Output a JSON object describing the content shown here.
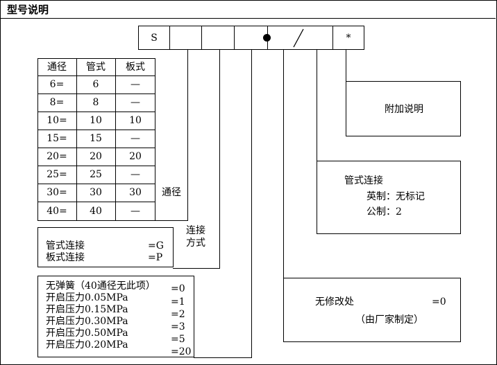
{
  "title": "型号说明",
  "code_boxes": [
    "S",
    "",
    "",
    "",
    "",
    "*"
  ],
  "table": {
    "headers": [
      "通径",
      "管式",
      "板式"
    ],
    "rows": [
      [
        "6=",
        "6",
        "—"
      ],
      [
        "8=",
        "8",
        "—"
      ],
      [
        "10=",
        "10",
        "10"
      ],
      [
        "15=",
        "15",
        "—"
      ],
      [
        "20=",
        "20",
        "20"
      ],
      [
        "25=",
        "25",
        "—"
      ],
      [
        "30=",
        "30",
        "30"
      ],
      [
        "40=",
        "40",
        "—"
      ]
    ],
    "side_label": "通径"
  },
  "connection": {
    "label_line1": "连接",
    "label_line2": "方式",
    "items": [
      {
        "name": "管式连接",
        "code": "=G"
      },
      {
        "name": "板式连接",
        "code": "=P"
      }
    ]
  },
  "spring": {
    "items": [
      {
        "name": "无弹簧（40通径无此项）",
        "code": "=0"
      },
      {
        "name": "开启压力0.05MPa",
        "code": "=1"
      },
      {
        "name": "开启压力0.15MPa",
        "code": "=2"
      },
      {
        "name": "开启压力0.30MPa",
        "code": "=3"
      },
      {
        "name": "开启压力0.50MPa",
        "code": "=5"
      },
      {
        "name": "开启压力0.20MPa",
        "code": "=20"
      }
    ]
  },
  "extra_note": {
    "label": "附加说明"
  },
  "pipe_thread": {
    "title": "管式连接",
    "line1": "英制：无标记",
    "line2": "公制：2"
  },
  "modification": {
    "label": "无修改处",
    "code": "=0",
    "note": "（由厂家制定）"
  }
}
